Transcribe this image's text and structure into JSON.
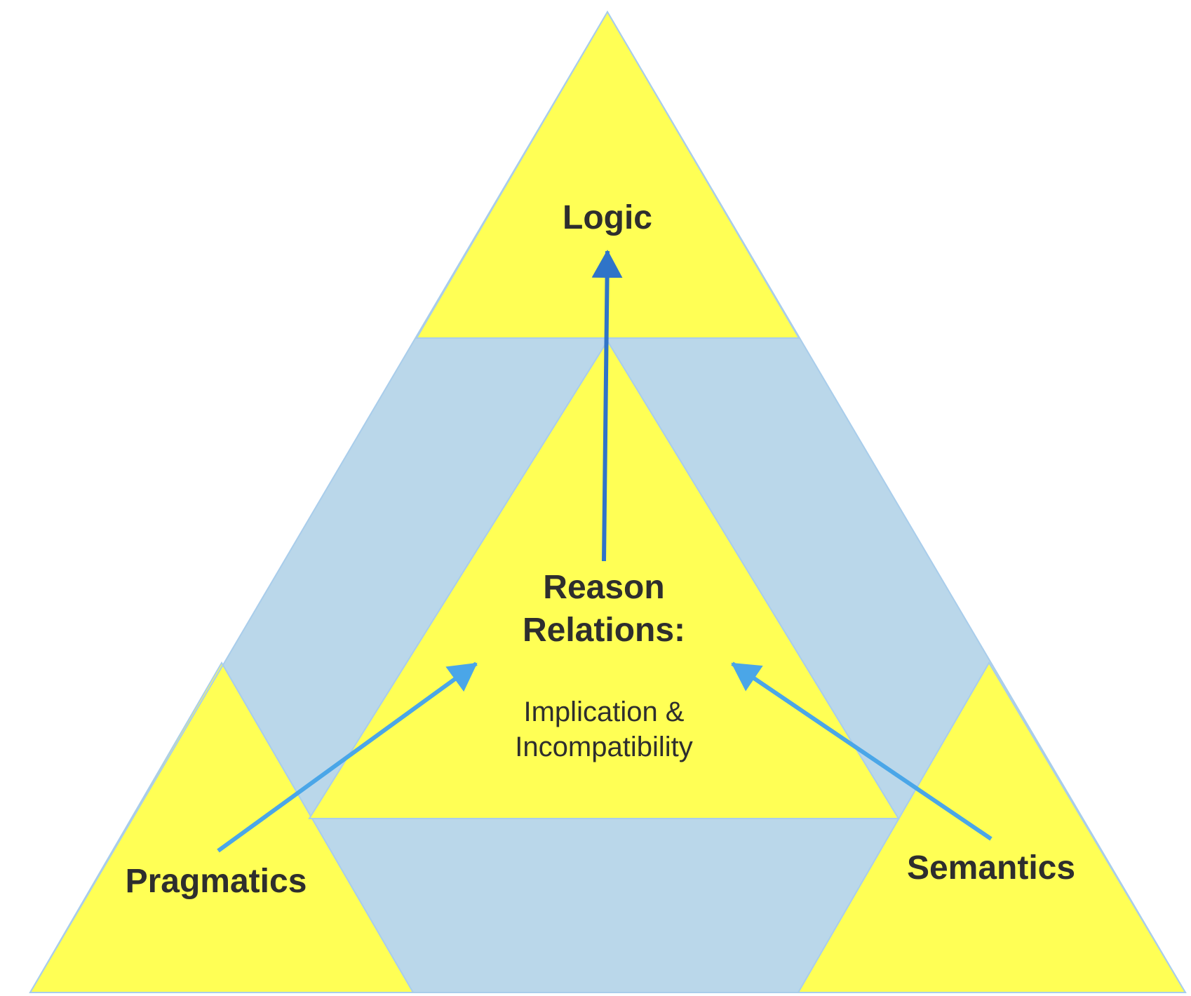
{
  "diagram": {
    "corners": {
      "top": "Logic",
      "bottom_left": "Pragmatics",
      "bottom_right": "Semantics"
    },
    "center": {
      "title_line1": "Reason",
      "title_line2": "Relations:",
      "subtitle_line1": "Implication &",
      "subtitle_line2": "Incompatibility"
    },
    "arrows": [
      {
        "from": "Reason Relations",
        "to": "Logic"
      },
      {
        "from": "Pragmatics",
        "to": "Reason Relations"
      },
      {
        "from": "Semantics",
        "to": "Reason Relations"
      }
    ]
  },
  "colors": {
    "yellow": "#ffff55",
    "blue_band": "#bad7ea",
    "triangle_edge": "#a9cdeb",
    "arrow_dark": "#2f74c8",
    "arrow_light": "#4aa6e8",
    "text": "#2e2e2e"
  }
}
